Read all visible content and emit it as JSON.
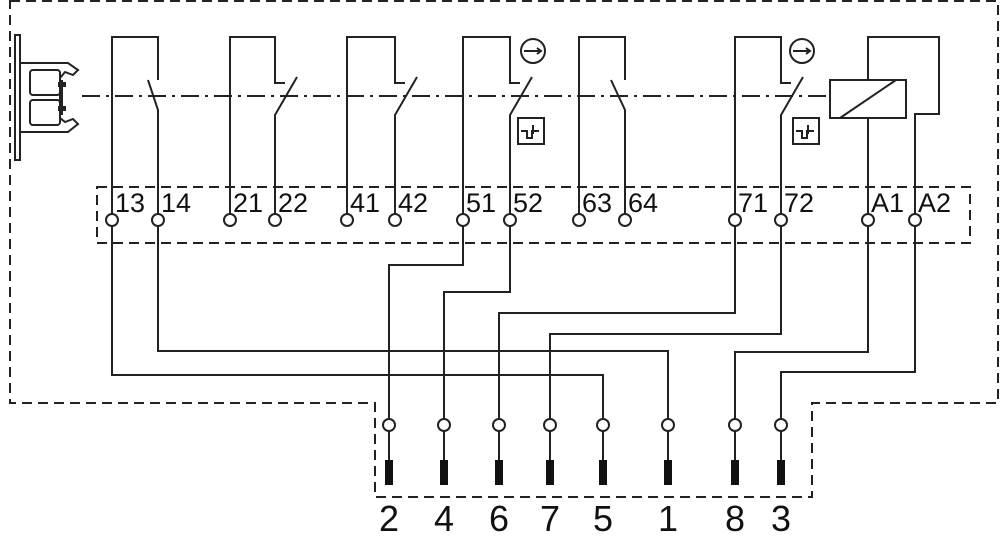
{
  "terminals": [
    "13",
    "14",
    "21",
    "22",
    "41",
    "42",
    "51",
    "52",
    "63",
    "64",
    "71",
    "72",
    "A1",
    "A2"
  ],
  "connector_pins": [
    "2",
    "4",
    "6",
    "7",
    "5",
    "1",
    "8",
    "3"
  ],
  "icons": [
    "door-actuator-icon",
    "positive-opening-icon",
    "latching-function-icon",
    "coil-icon"
  ]
}
